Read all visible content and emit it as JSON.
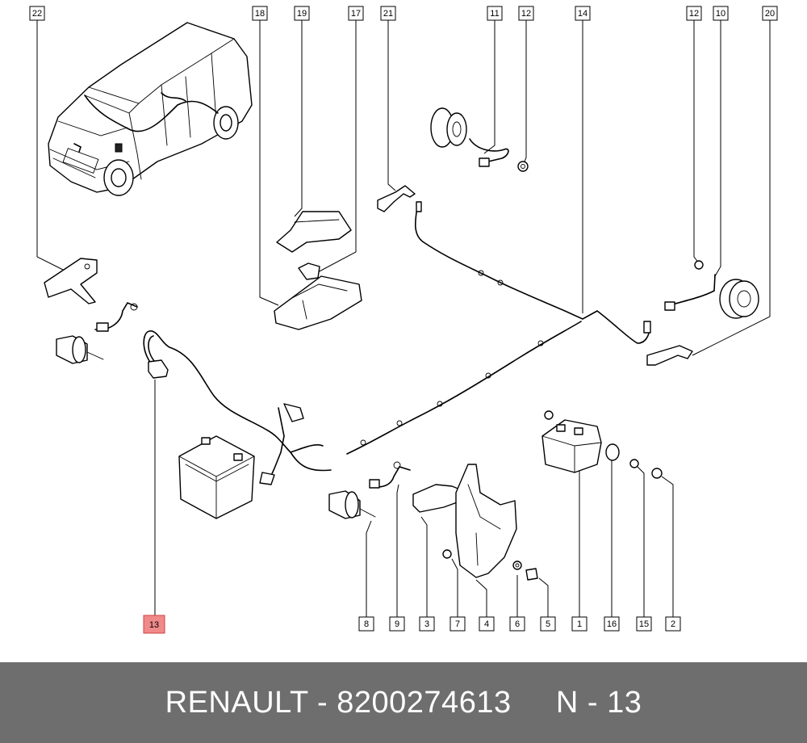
{
  "diagram": {
    "callouts": {
      "c22": "22",
      "c18": "18",
      "c19": "19",
      "c17": "17",
      "c21": "21",
      "c11": "11",
      "c12a": "12",
      "c14": "14",
      "c12b": "12",
      "c10": "10",
      "c20": "20",
      "c13": "13",
      "c8": "8",
      "c9": "9",
      "c3": "3",
      "c7": "7",
      "c4": "4",
      "c6": "6",
      "c5": "5",
      "c1": "1",
      "c16": "16",
      "c15": "15",
      "c2": "2"
    },
    "highlight_color": "#f08a8a"
  },
  "footer": {
    "text": "RENAULT - 8200274613     N - 13",
    "background": "#6e6e6e"
  }
}
